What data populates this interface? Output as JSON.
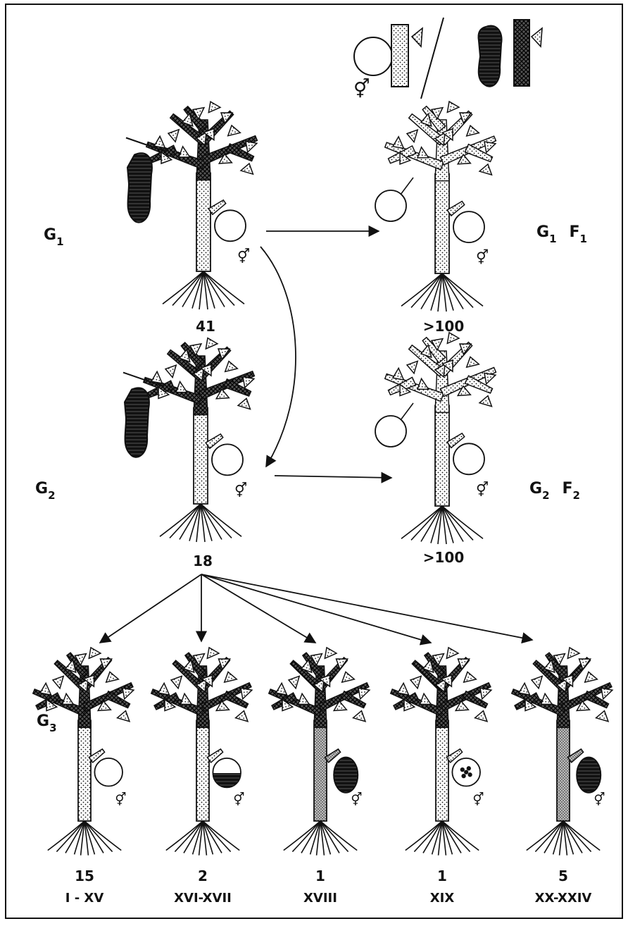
{
  "legend": {
    "hermaphrodite_symbol": "⚥"
  },
  "generations": {
    "g1": {
      "label": "G",
      "sub": "1"
    },
    "g2": {
      "label": "G",
      "sub": "2"
    },
    "g3": {
      "label": "G",
      "sub": "3"
    },
    "g1f1": {
      "label": "G",
      "sub": "1",
      "label2": "F",
      "sub2": "1"
    },
    "g2f2": {
      "label": "G",
      "sub": "2",
      "label2": "F",
      "sub2": "2"
    }
  },
  "counts": {
    "g1": "41",
    "g1f1": ">100",
    "g2": "18",
    "g2f2": ">100"
  },
  "offspring": [
    {
      "count": "15",
      "range": "I - XV"
    },
    {
      "count": "2",
      "range": "XVI-XVII"
    },
    {
      "count": "1",
      "range": "XVIII"
    },
    {
      "count": "1",
      "range": "XIX"
    },
    {
      "count": "5",
      "range": "XX-XXIV"
    }
  ],
  "colors": {
    "ink": "#111111",
    "paper": "#ffffff"
  }
}
